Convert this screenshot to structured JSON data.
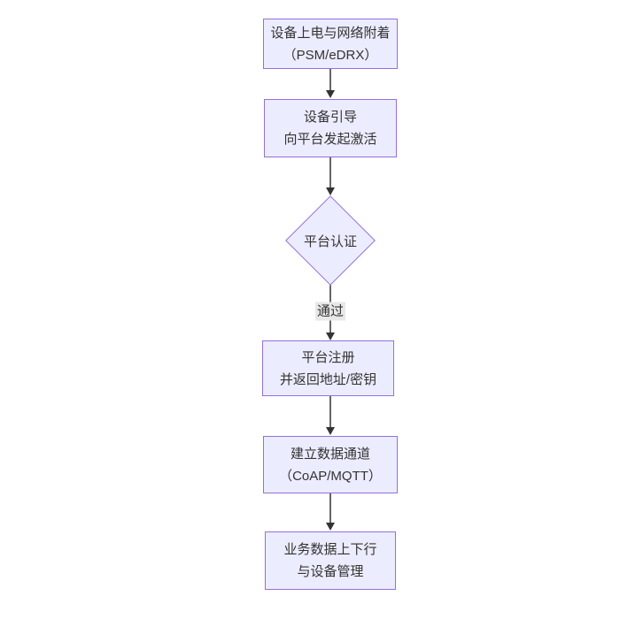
{
  "diagram": {
    "type": "flowchart",
    "direction": "top-down",
    "nodes": [
      {
        "id": "power-attach",
        "shape": "rect",
        "lines": [
          "设备上电与网络附着",
          "（PSM/eDRX）"
        ]
      },
      {
        "id": "bootstrap",
        "shape": "rect",
        "lines": [
          "设备引导",
          "向平台发起激活"
        ]
      },
      {
        "id": "platform-auth",
        "shape": "diamond",
        "lines": [
          "平台认证"
        ]
      },
      {
        "id": "register",
        "shape": "rect",
        "lines": [
          "平台注册",
          "并返回地址/密钥"
        ]
      },
      {
        "id": "data-channel",
        "shape": "rect",
        "lines": [
          "建立数据通道",
          "（CoAP/MQTT）"
        ]
      },
      {
        "id": "business-data",
        "shape": "rect",
        "lines": [
          "业务数据上下行",
          "与设备管理"
        ]
      }
    ],
    "edges": [
      {
        "from": "power-attach",
        "to": "bootstrap",
        "label": ""
      },
      {
        "from": "bootstrap",
        "to": "platform-auth",
        "label": ""
      },
      {
        "from": "platform-auth",
        "to": "register",
        "label": "通过"
      },
      {
        "from": "register",
        "to": "data-channel",
        "label": ""
      },
      {
        "from": "data-channel",
        "to": "business-data",
        "label": ""
      }
    ],
    "colors": {
      "node_fill": "#ECECFF",
      "node_border": "#9370DB",
      "edge_line": "#333333",
      "edge_label_bg": "#e8e8e8",
      "text": "#333333",
      "background": "#ffffff"
    }
  }
}
